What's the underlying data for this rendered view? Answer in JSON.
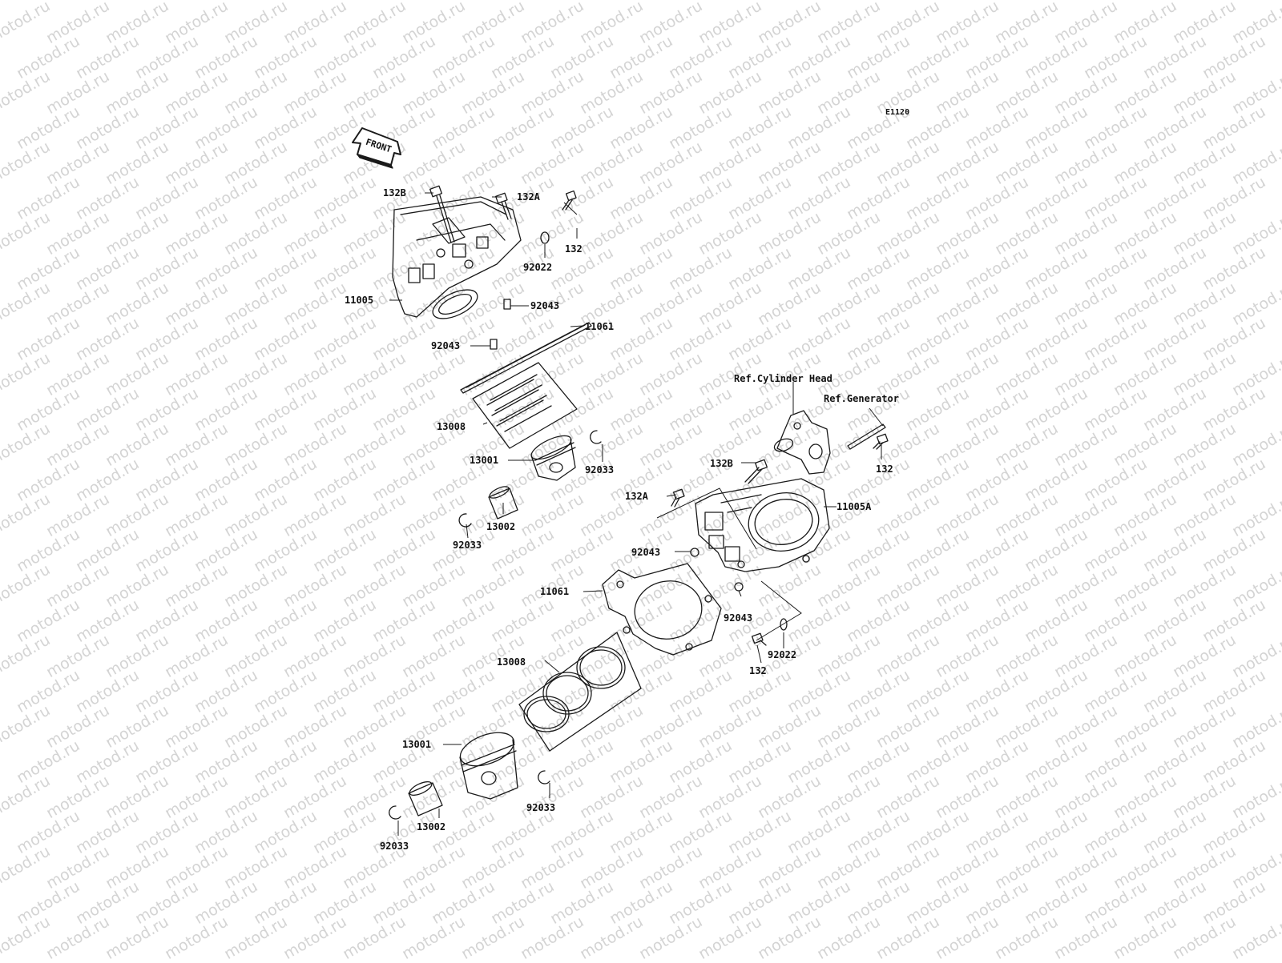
{
  "watermark": "motod.ru",
  "diagram_code": "E1120",
  "front_arrow_text": "FRONT",
  "references": {
    "cylinder_head": "Ref.Cylinder Head",
    "generator": "Ref.Generator"
  },
  "labels": {
    "a_132b": "132B",
    "a_132a": "132A",
    "a_132": "132",
    "a_92022": "92022",
    "a_11005": "11005",
    "a_92043_r": "92043",
    "a_11061": "11061",
    "a_92043_l": "92043",
    "a_13008": "13008",
    "a_13001": "13001",
    "a_92033_r": "92033",
    "a_13002": "13002",
    "a_92033_l": "92033",
    "b_132b": "132B",
    "b_132": "132",
    "b_132a": "132A",
    "b_11005a": "11005A",
    "b_92043_l": "92043",
    "b_11061": "11061",
    "b_92043_r": "92043",
    "b_92022": "92022",
    "b_132_low": "132",
    "b_13008": "13008",
    "b_13001": "13001",
    "b_92033_r": "92033",
    "b_13002": "13002",
    "b_92033_l": "92033"
  },
  "colors": {
    "line": "#1a1a1a",
    "watermark": "#d4d4d4"
  }
}
